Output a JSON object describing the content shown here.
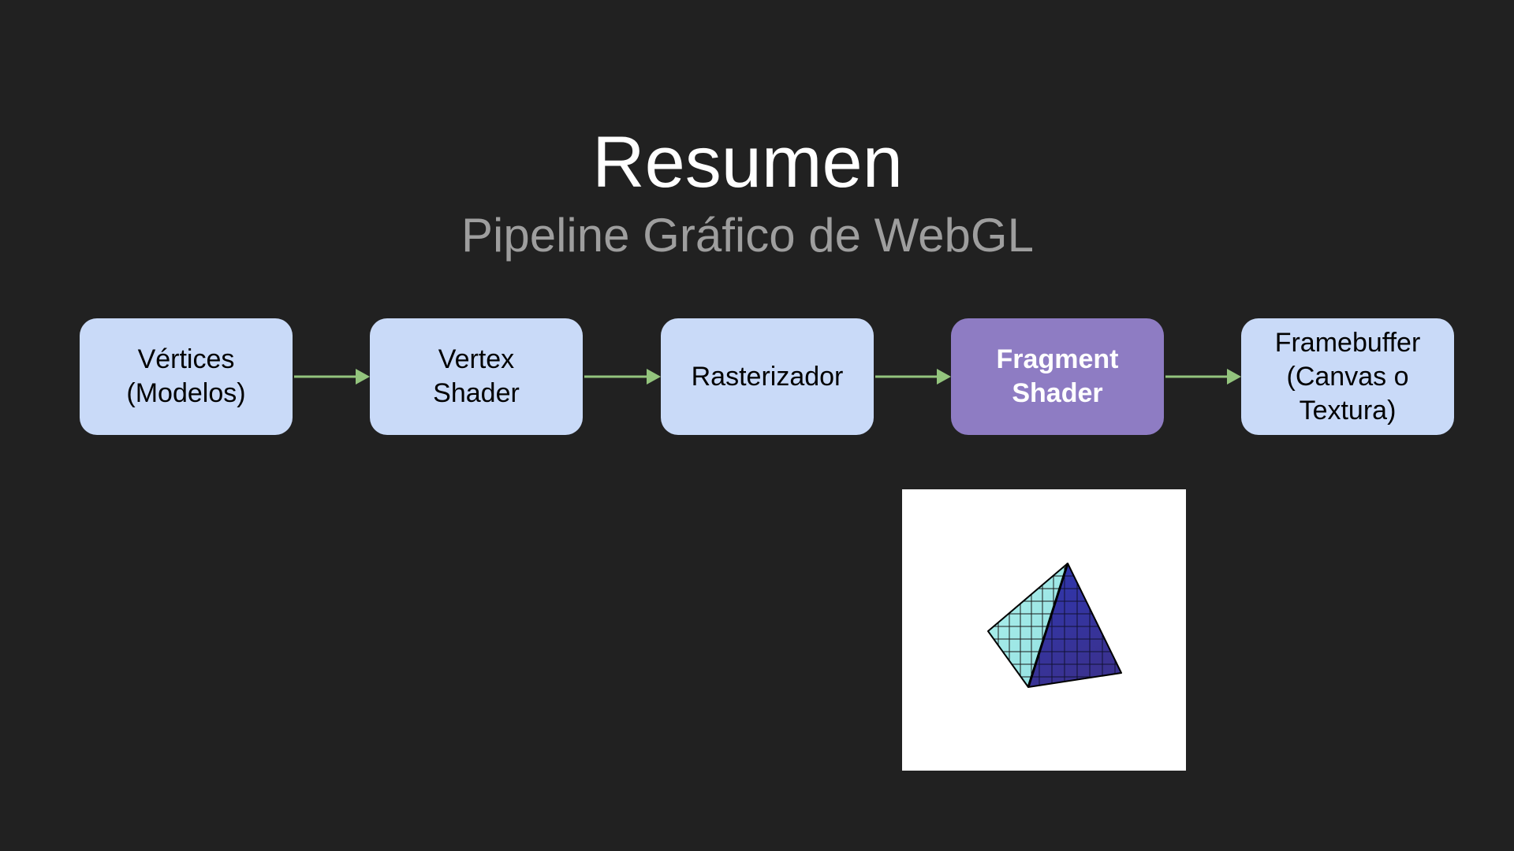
{
  "slide": {
    "title": "Resumen",
    "subtitle": "Pipeline Gráfico de WebGL"
  },
  "pipeline": {
    "stages": [
      {
        "label": "Vértices\n(Modelos)",
        "active": false
      },
      {
        "label": "Vertex\nShader",
        "active": false
      },
      {
        "label": "Rasterizador",
        "active": false
      },
      {
        "label": "Fragment\nShader",
        "active": true
      },
      {
        "label": "Framebuffer\n(Canvas o\nTextura)",
        "active": false
      }
    ],
    "colors": {
      "stage_fill": "#c9daf8",
      "active_fill": "#8e7cc3",
      "arrow": "#93c47d"
    }
  },
  "illustration": {
    "subject": "tetrahedron-icon",
    "colors": {
      "light_face": "#9fe8e4",
      "dark_face": "#33339f",
      "background": "#ffffff"
    }
  }
}
